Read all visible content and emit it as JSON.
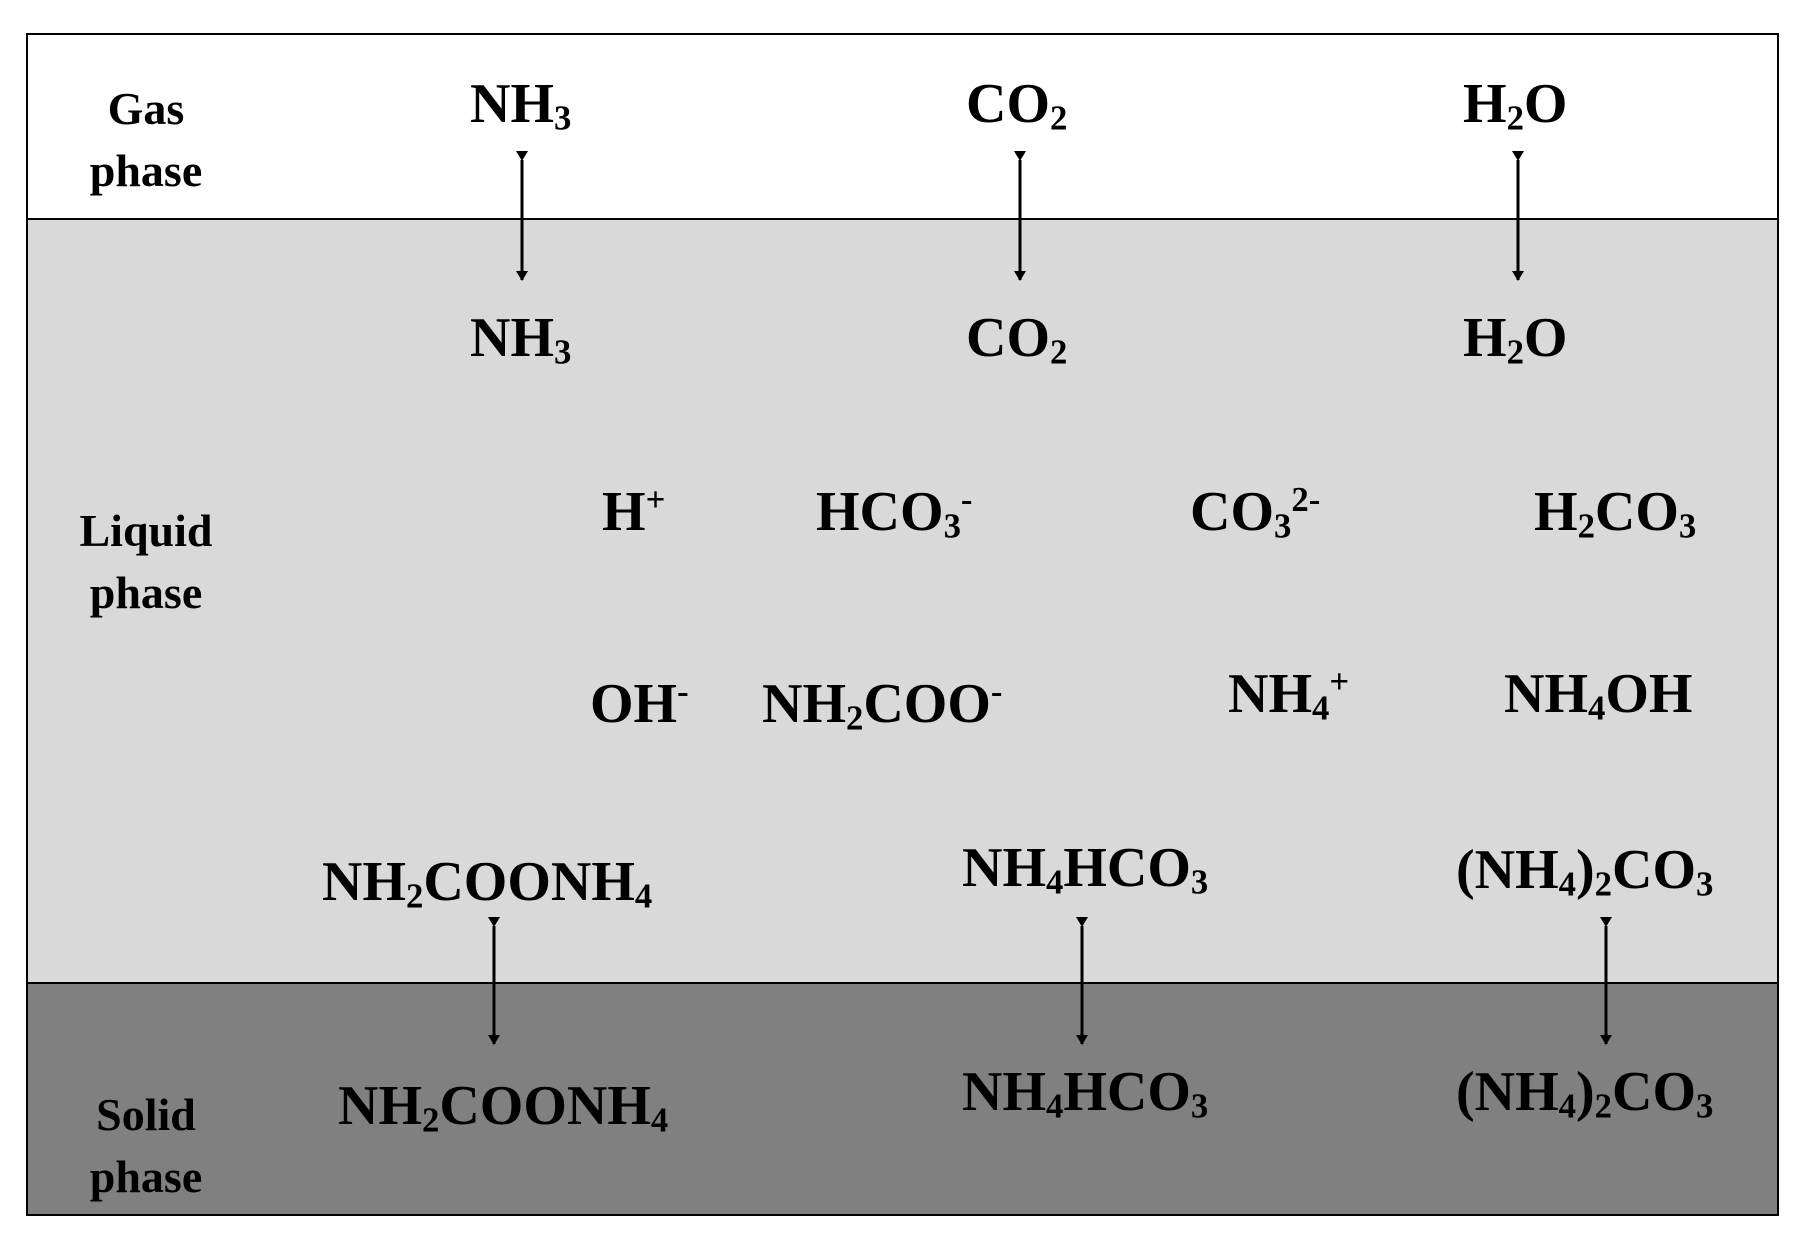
{
  "colors": {
    "gas": "#ffffff",
    "liquid": "#d9d9d9",
    "solid": "#808080",
    "ink": "#000000"
  },
  "phases": {
    "gas": [
      "Gas",
      "phase"
    ],
    "liquid": [
      "Liquid",
      "phase"
    ],
    "solid": [
      "Solid",
      "phase"
    ]
  },
  "species": {
    "gas_nh3": [
      "NH",
      "3"
    ],
    "gas_co2": [
      "CO",
      "2"
    ],
    "gas_h2o": [
      "H",
      "2",
      "O"
    ],
    "liq_nh3": [
      "NH",
      "3"
    ],
    "liq_co2": [
      "CO",
      "2"
    ],
    "liq_h2o": [
      "H",
      "2",
      "O"
    ],
    "h_plus": [
      "H",
      "+"
    ],
    "hco3_minus": [
      "HCO",
      "3",
      "-"
    ],
    "co3_2minus": [
      "CO",
      "3",
      "2-"
    ],
    "h2co3": [
      "H",
      "2",
      "CO",
      "3"
    ],
    "oh_minus": [
      "OH",
      "-"
    ],
    "nh2coo_minus": [
      "NH",
      "2",
      "COO",
      "-"
    ],
    "nh4_plus": [
      "NH",
      "4",
      "+"
    ],
    "nh4oh": [
      "NH",
      "4",
      "OH"
    ],
    "liq_carbamate": [
      "NH",
      "2",
      "COONH",
      "4"
    ],
    "liq_bicarbonate": [
      "NH",
      "4",
      "HCO",
      "3"
    ],
    "liq_carbonate": [
      "(NH",
      "4",
      ")",
      "2",
      "CO",
      "3"
    ],
    "sol_carbamate": [
      "NH",
      "2",
      "COONH",
      "4"
    ],
    "sol_bicarbonate": [
      "NH",
      "4",
      "HCO",
      "3"
    ],
    "sol_carbonate": [
      "(NH",
      "4",
      ")",
      "2",
      "CO",
      "3"
    ]
  }
}
